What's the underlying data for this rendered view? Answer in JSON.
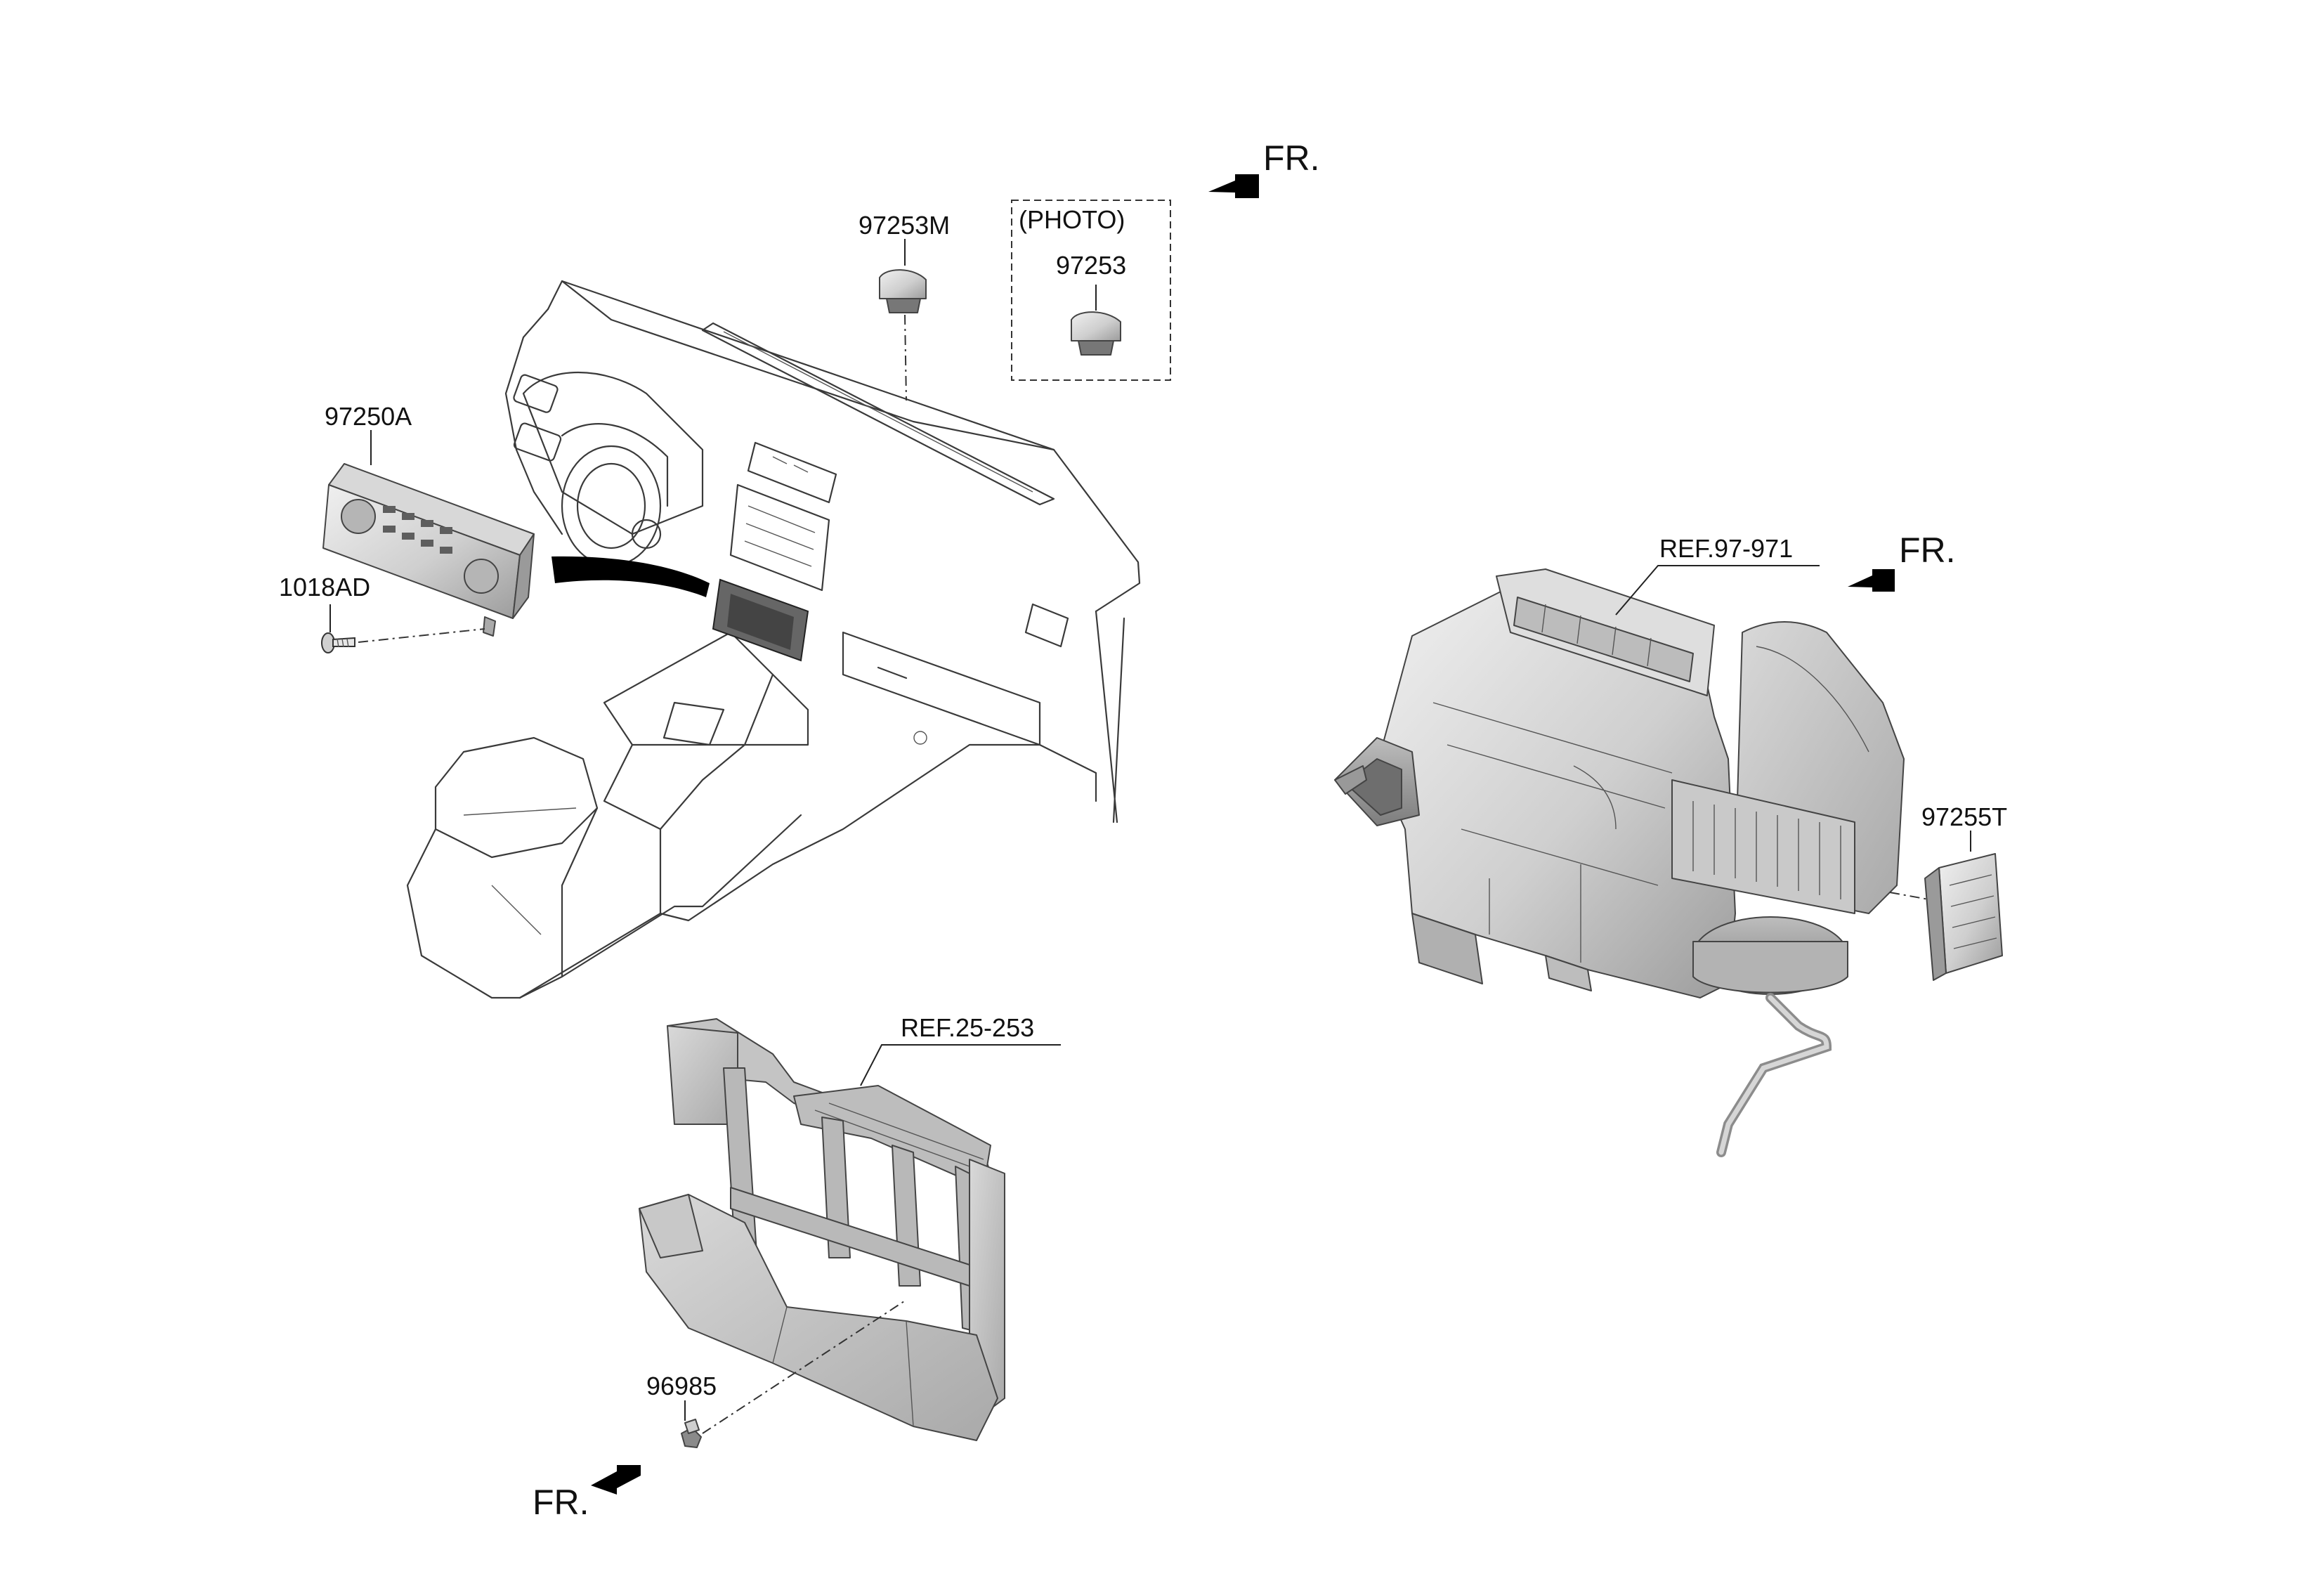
{
  "labels": {
    "dash_sensor": "97253M",
    "photo_note": "(PHOTO)",
    "photo_sensor": "97253",
    "control_unit": "97250A",
    "screw": "1018AD",
    "ref_heater": "REF.97-971",
    "module": "97255T",
    "ref_shroud": "REF.25-253",
    "shroud_sensor": "96985"
  },
  "direction_markers": [
    "FR.",
    "FR.",
    "FR."
  ],
  "colors": {
    "line": "#3a3a3a",
    "part_fill_light": "#e4e4e4",
    "part_fill_mid": "#c6c6c6",
    "part_fill_dark": "#9a9a9a",
    "arrow": "#000000"
  }
}
